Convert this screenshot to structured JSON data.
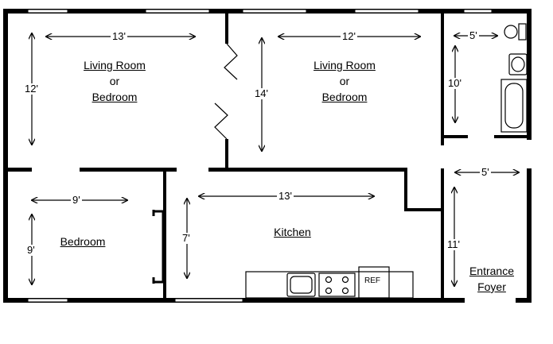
{
  "rooms": {
    "living_a": {
      "line1": "Living Room",
      "line2": "or",
      "line3": "Bedroom",
      "dim_w": "13'",
      "dim_h": "12'"
    },
    "living_b": {
      "line1": "Living Room",
      "line2": "or",
      "line3": "Bedroom",
      "dim_w": "12'",
      "dim_h": "14'"
    },
    "bath": {
      "dim_w": "5'",
      "dim_h": "10'"
    },
    "bedroom": {
      "name": "Bedroom",
      "dim_w": "9'",
      "dim_h": "9'"
    },
    "kitchen": {
      "name": "Kitchen",
      "dim_w": "13'",
      "dim_h": "7'",
      "appliance": "REF"
    },
    "foyer": {
      "line1": "Entrance",
      "line2": "Foyer",
      "dim_w": "5'",
      "dim_h": "11'"
    }
  }
}
